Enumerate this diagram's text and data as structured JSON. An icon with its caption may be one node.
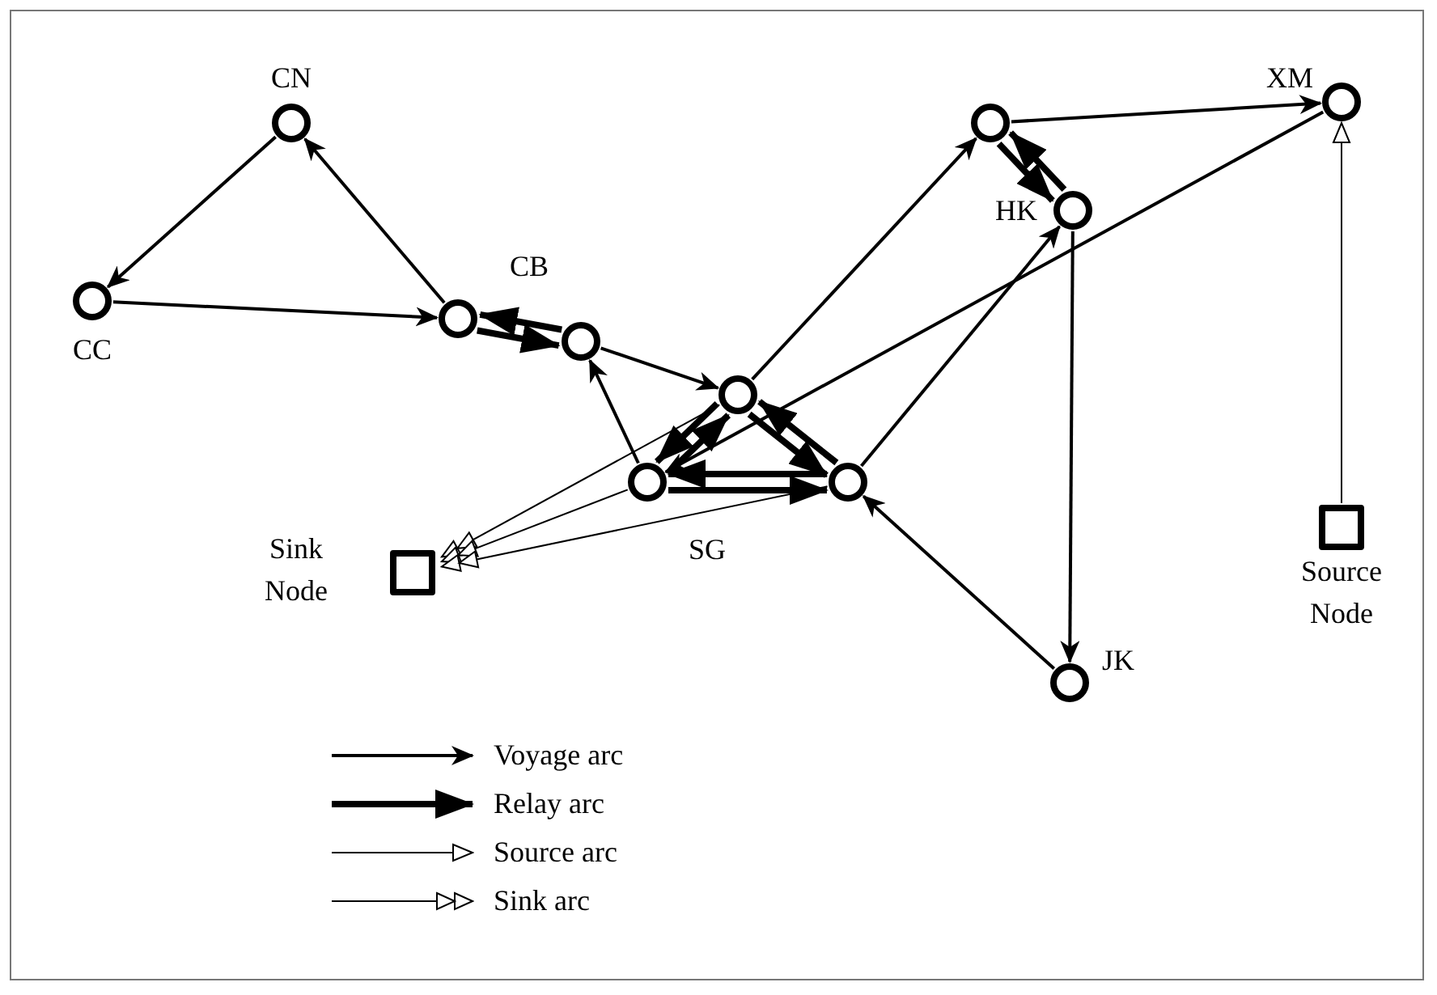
{
  "diagram": {
    "nodes": [
      {
        "text": [],
        "shape": "circle",
        "beside": [
          "CN"
        ]
      },
      {
        "text": [],
        "shape": "circle",
        "beside": [
          "CC"
        ]
      },
      {
        "text": [],
        "shape": "circle"
      },
      {
        "text": [],
        "shape": "circle"
      },
      {
        "text": [],
        "shape": "circle"
      },
      {
        "text": [],
        "shape": "circle"
      },
      {
        "text": [],
        "shape": "circle"
      },
      {
        "text": [],
        "shape": "circle"
      },
      {
        "text": [],
        "shape": "circle",
        "beside": [
          "HK"
        ]
      },
      {
        "text": [],
        "shape": "circle",
        "beside": [
          "XM"
        ]
      },
      {
        "text": [],
        "shape": "circle",
        "beside": [
          "JK"
        ]
      },
      {
        "text": [],
        "shape": "box",
        "beside": [
          "Source Node"
        ]
      },
      {
        "text": [],
        "shape": "box",
        "beside": [
          "Sink Node"
        ]
      }
    ],
    "edges": [
      {
        "from": 0,
        "to": 1,
        "arrow": "to"
      },
      {
        "from": 1,
        "to": 2,
        "arrow": "to"
      },
      {
        "from": 2,
        "to": 0,
        "arrow": "to"
      },
      {
        "from": 2,
        "to": 3,
        "arrow": "to",
        "style": "thick"
      },
      {
        "from": 3,
        "to": 2,
        "arrow": "to",
        "style": "thick"
      },
      {
        "from": 3,
        "to": 4,
        "arrow": "to"
      },
      {
        "from": 5,
        "to": 3,
        "arrow": "to"
      },
      {
        "from": 4,
        "to": 5,
        "arrow": "to",
        "style": "thick"
      },
      {
        "from": 5,
        "to": 4,
        "arrow": "to",
        "style": "thick"
      },
      {
        "from": 4,
        "to": 6,
        "arrow": "to",
        "style": "thick"
      },
      {
        "from": 6,
        "to": 4,
        "arrow": "to",
        "style": "thick"
      },
      {
        "from": 5,
        "to": 6,
        "arrow": "to",
        "style": "thick"
      },
      {
        "from": 6,
        "to": 5,
        "arrow": "to",
        "style": "thick"
      },
      {
        "from": 4,
        "to": 7,
        "arrow": "to"
      },
      {
        "from": 7,
        "to": 9,
        "arrow": "to"
      },
      {
        "from": 7,
        "to": 8,
        "arrow": "to",
        "style": "thick"
      },
      {
        "from": 8,
        "to": 7,
        "arrow": "to",
        "style": "thick"
      },
      {
        "from": 9,
        "to": 5,
        "arrow": "to"
      },
      {
        "from": 6,
        "to": 8,
        "arrow": "to"
      },
      {
        "from": 8,
        "to": 10,
        "arrow": "to"
      },
      {
        "from": 10,
        "to": 6,
        "arrow": "to"
      },
      {
        "from": 11,
        "to": 9,
        "arrow": "to"
      },
      {
        "from": 4,
        "to": 12,
        "arrow": "to"
      },
      {
        "from": 5,
        "to": 12,
        "arrow": "to"
      },
      {
        "from": 6,
        "to": 12,
        "arrow": "to"
      }
    ],
    "labels": [
      "CB",
      "SG"
    ],
    "legend": [
      {
        "text": "Voyage arc"
      },
      {
        "text": "Relay arc"
      },
      {
        "text": "Source arc"
      },
      {
        "text": "Sink arc"
      }
    ]
  }
}
